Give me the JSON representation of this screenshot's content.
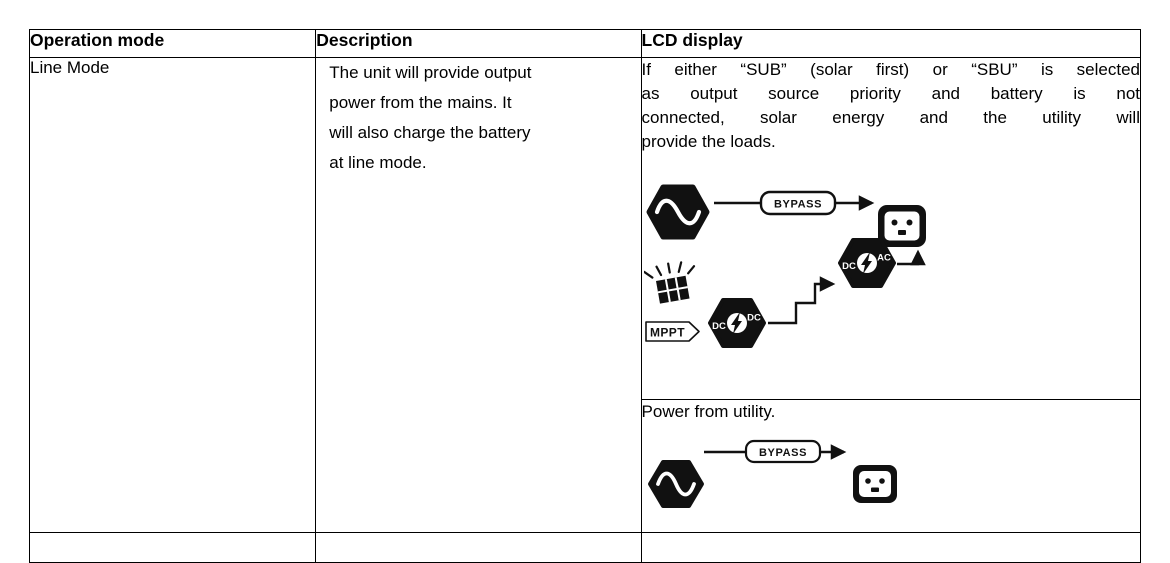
{
  "colors": {
    "border": "#000000",
    "icon": "#111111",
    "background": "#ffffff"
  },
  "table": {
    "headers": [
      "Operation mode",
      "Description",
      "LCD display"
    ],
    "row": {
      "mode": "Line Mode",
      "description": "The unit will provide output\npower from the mains. It\nwill also charge the battery\nat line mode.",
      "lcd_cells": [
        {
          "lines": [
            "If either “SUB” (solar first) or “SBU” is selected",
            "as output source priority and battery is not",
            "connected, solar energy and the utility will",
            "provide the loads."
          ]
        },
        {
          "text": "Power from utility."
        }
      ]
    }
  },
  "diagram": {
    "bypass": "BYPASS",
    "mppt": "MPPT",
    "dc": "DC",
    "ac": "AC"
  }
}
